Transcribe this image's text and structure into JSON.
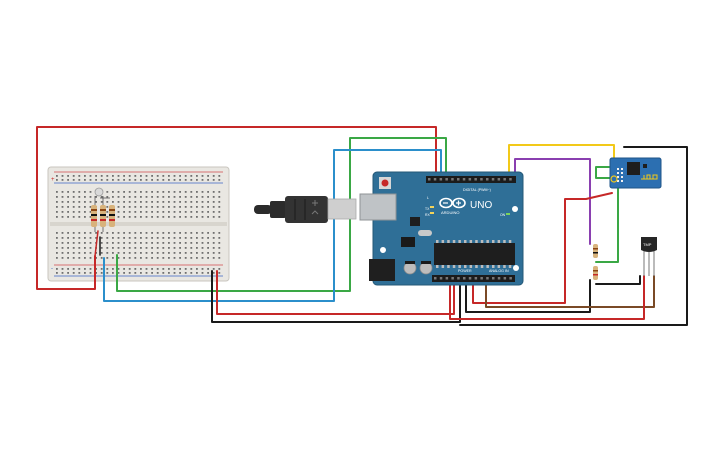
{
  "colors": {
    "red": "#c62828",
    "green": "#3aa845",
    "blue": "#2b8fcb",
    "yellow": "#f2c919",
    "purple": "#8a3fb0",
    "black": "#1a1a1a",
    "brown": "#7a4a26",
    "board": "#2f6f97",
    "breadboard": "#e9e7e2",
    "wifi_module": "#2c6fb1",
    "usb_black": "#2b2b2b",
    "usb_metal": "#cfcfcf"
  },
  "arduino": {
    "brand": "ARDUINO",
    "model": "UNO",
    "digital_label": "DIGITAL (PWM~)",
    "analog_label": "ANALOG IN",
    "power_label": "POWER",
    "tx_label": "TX",
    "rx_label": "RX",
    "l_label": "L",
    "on_label": "ON",
    "aref_label": "AREF",
    "gnd_label": "GND"
  },
  "sensor": {
    "label": "TMP"
  },
  "breadboard": {
    "plus_label": "+",
    "minus_label": "-"
  }
}
